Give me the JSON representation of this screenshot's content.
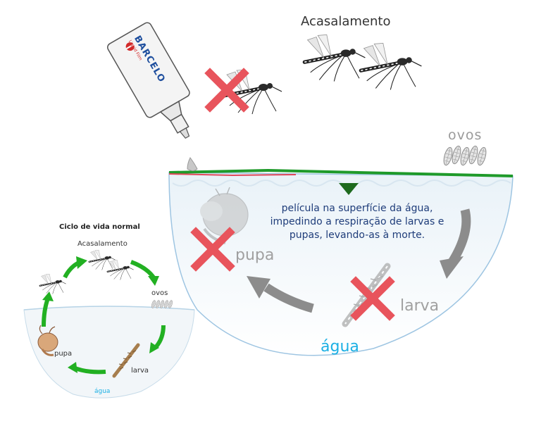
{
  "main": {
    "mating_label": "Acasalamento",
    "eggs_label": "ovos",
    "film_text": "película na superfície da água, impedindo a respiração de larvas e pupas, levando-as à morte.",
    "pupa_label": "pupa",
    "larva_label": "larva",
    "water_label": "água",
    "bottle_brand": "BARCELO",
    "bottle_subtext": "Liquid Film"
  },
  "inset": {
    "title": "Ciclo de vida normal",
    "mating_label": "Acasalamento",
    "eggs_label": "ovos",
    "pupa_label": "pupa",
    "larva_label": "larva",
    "water_label": "água"
  },
  "colors": {
    "cross": "#e8545c",
    "green_arrow": "#22b022",
    "gray_arrow": "#8c8c8c",
    "water_text": "#1cb0e4",
    "film_text": "#1f3d7a",
    "film_green": "#1f9a2a",
    "bottle_accent": "#1f4f9e",
    "bottle_red": "#d22a2a"
  },
  "icons": [
    "bottle-icon",
    "mosquito-icon",
    "cross-icon",
    "eggs-icon",
    "larva-icon",
    "pupa-icon",
    "arrow-icon",
    "triangle-down-icon"
  ]
}
